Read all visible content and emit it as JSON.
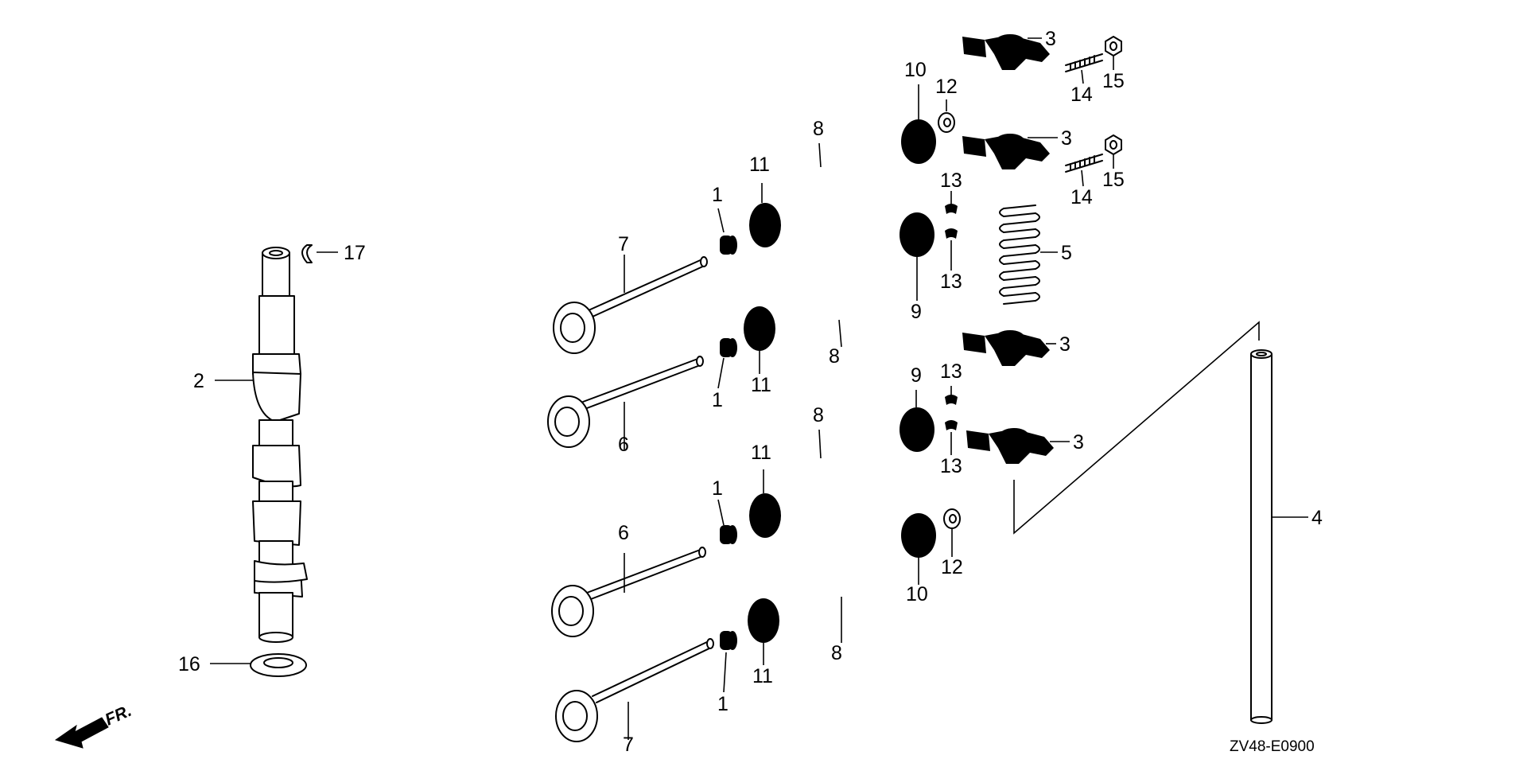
{
  "diagram": {
    "title": "",
    "drawing_code": "ZV48-E0900",
    "front_indicator": "FR.",
    "callouts": [
      {
        "id": "c1",
        "text": "1"
      },
      {
        "id": "c2",
        "text": "1"
      },
      {
        "id": "c3",
        "text": "1"
      },
      {
        "id": "c4",
        "text": "1"
      },
      {
        "id": "c5",
        "text": "2"
      },
      {
        "id": "c6",
        "text": "3"
      },
      {
        "id": "c7",
        "text": "3"
      },
      {
        "id": "c8",
        "text": "3"
      },
      {
        "id": "c9",
        "text": "3"
      },
      {
        "id": "c10",
        "text": "4"
      },
      {
        "id": "c11",
        "text": "5"
      },
      {
        "id": "c12",
        "text": "6"
      },
      {
        "id": "c13",
        "text": "6"
      },
      {
        "id": "c14",
        "text": "7"
      },
      {
        "id": "c15",
        "text": "7"
      },
      {
        "id": "c16",
        "text": "8"
      },
      {
        "id": "c17",
        "text": "8"
      },
      {
        "id": "c18",
        "text": "8"
      },
      {
        "id": "c19",
        "text": "8"
      },
      {
        "id": "c20",
        "text": "9"
      },
      {
        "id": "c21",
        "text": "9"
      },
      {
        "id": "c22",
        "text": "10"
      },
      {
        "id": "c23",
        "text": "10"
      },
      {
        "id": "c24",
        "text": "11"
      },
      {
        "id": "c25",
        "text": "11"
      },
      {
        "id": "c26",
        "text": "11"
      },
      {
        "id": "c27",
        "text": "11"
      },
      {
        "id": "c28",
        "text": "12"
      },
      {
        "id": "c29",
        "text": "12"
      },
      {
        "id": "c30",
        "text": "13"
      },
      {
        "id": "c31",
        "text": "13"
      },
      {
        "id": "c32",
        "text": "13"
      },
      {
        "id": "c33",
        "text": "13"
      },
      {
        "id": "c34",
        "text": "14"
      },
      {
        "id": "c35",
        "text": "14"
      },
      {
        "id": "c36",
        "text": "15"
      },
      {
        "id": "c37",
        "text": "15"
      },
      {
        "id": "c38",
        "text": "16"
      },
      {
        "id": "c39",
        "text": "17"
      }
    ]
  }
}
